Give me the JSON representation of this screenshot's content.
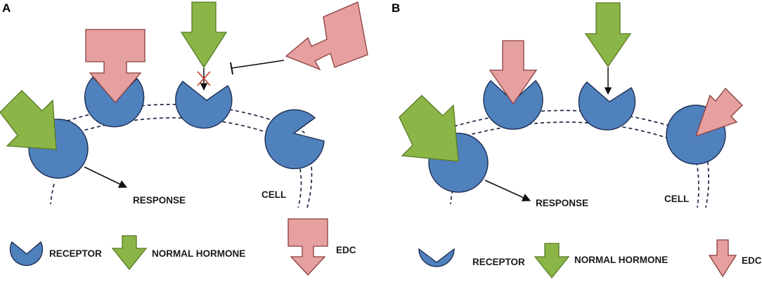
{
  "panels": [
    {
      "letter": "A",
      "response_label": "RESPONSE",
      "cell_label": "CELL"
    },
    {
      "letter": "B",
      "response_label": "RESPONSE",
      "cell_label": "CELL"
    }
  ],
  "legend": {
    "receptor_label": "RECEPTOR",
    "hormone_label": "NORMAL HORMONE",
    "edc_label": "EDC"
  },
  "colors": {
    "receptor": "#4f81bd",
    "receptor_outline": "#1f2f55",
    "hormone": "#8cb547",
    "hormone_outline": "#587a26",
    "edc": "#e6a0a0",
    "edc_outline": "#8a3d3d",
    "membrane": "#1e2a45",
    "block_mark": "#c0392b"
  }
}
